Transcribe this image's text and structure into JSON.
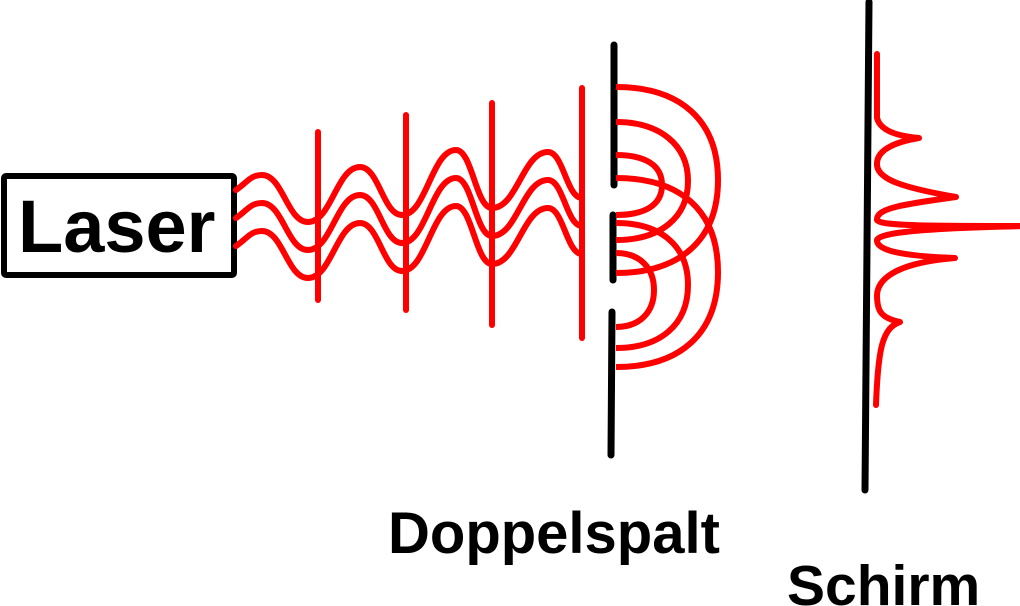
{
  "labels": {
    "laser": "Laser",
    "double_slit": "Doppelspalt",
    "screen": "Schirm"
  },
  "colors": {
    "wave": "#ff0000",
    "outline": "#000000",
    "background": "#ffffff"
  }
}
